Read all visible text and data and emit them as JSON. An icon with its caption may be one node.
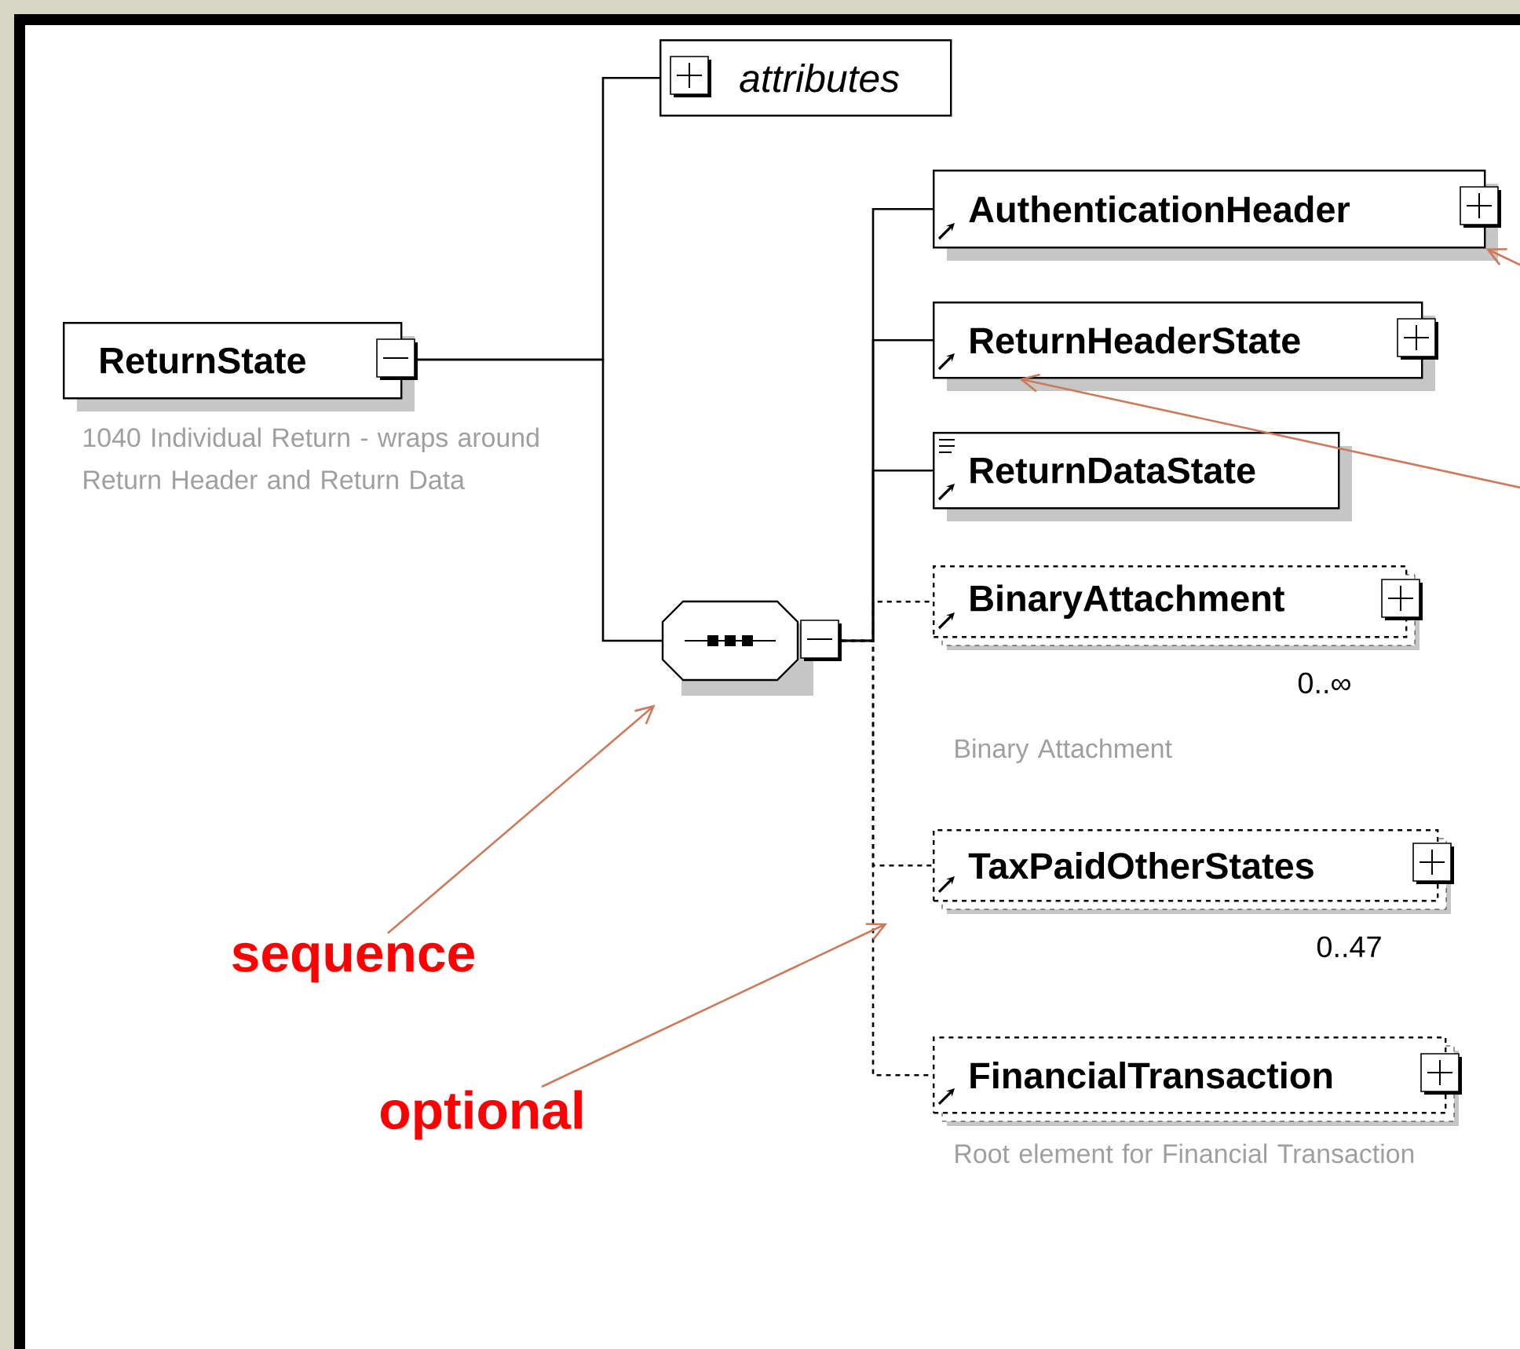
{
  "diagram": {
    "nodes": [
      {
        "text": [
          "ReturnState"
        ],
        "beside": [
          "1040 Individual Return - wraps around Return Header and Return Data"
        ]
      },
      {
        "text": [
          "attributes"
        ]
      },
      {
        "text": [],
        "shape": "octagon"
      },
      {
        "text": [
          "AuthenticationHeader"
        ]
      },
      {
        "text": [
          "ReturnHeaderState"
        ]
      },
      {
        "text": [
          "ReturnDataState"
        ]
      },
      {
        "text": [
          "BinaryAttachment"
        ],
        "beside": [
          "0..∞",
          "Binary Attachment"
        ]
      },
      {
        "text": [
          "TaxPaidOtherStates"
        ],
        "beside": [
          "0..47"
        ]
      },
      {
        "text": [
          "FinancialTransaction"
        ],
        "beside": [
          "Root element for Financial Transaction"
        ]
      },
      {
        "text": [
          "sequence"
        ]
      },
      {
        "text": [
          "optional"
        ]
      }
    ],
    "edges": [
      {
        "from": 0,
        "to": 1,
        "arrow": "none"
      },
      {
        "from": 0,
        "to": 2,
        "arrow": "none"
      },
      {
        "from": 2,
        "to": 3,
        "arrow": "none"
      },
      {
        "from": 2,
        "to": 4,
        "arrow": "none"
      },
      {
        "from": 2,
        "to": 5,
        "arrow": "none"
      },
      {
        "from": 2,
        "to": 6,
        "arrow": "none",
        "style": "dashed"
      },
      {
        "from": 2,
        "to": 7,
        "arrow": "none",
        "style": "dashed"
      },
      {
        "from": 2,
        "to": 8,
        "arrow": "none",
        "style": "dashed"
      },
      {
        "from": 9,
        "to": 2,
        "arrow": "to",
        "color": "#cd7a5c"
      },
      {
        "from": 10,
        "to": null,
        "arrow": "to",
        "color": "#cd7a5c"
      },
      {
        "from": null,
        "to": 3,
        "arrow": "to",
        "color": "#cd7a5c"
      },
      {
        "from": null,
        "to": 4,
        "arrow": "to",
        "color": "#cd7a5c"
      }
    ]
  }
}
